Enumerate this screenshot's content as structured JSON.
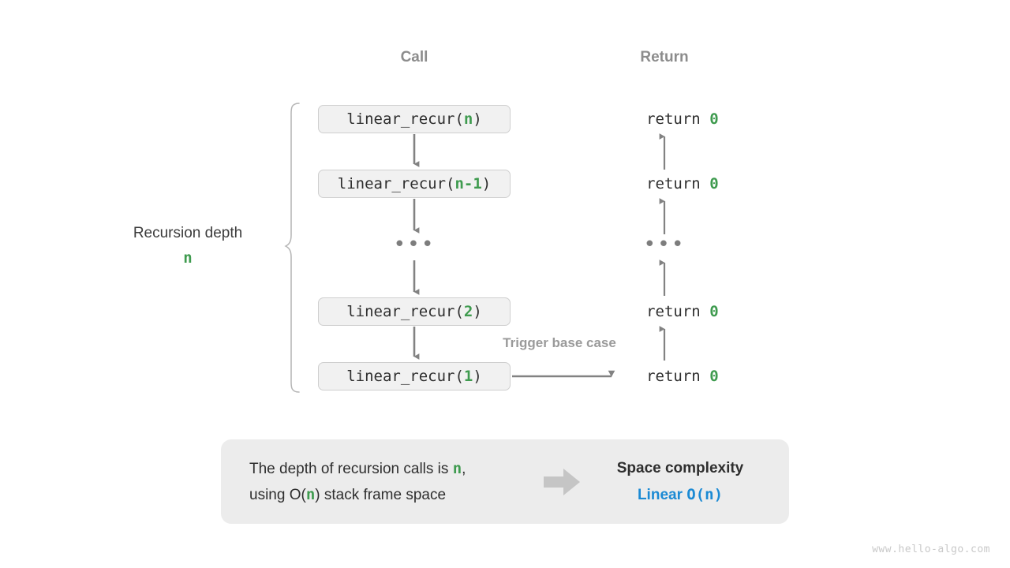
{
  "columns": {
    "call_header": "Call",
    "return_header": "Return"
  },
  "depth": {
    "title": "Recursion depth",
    "value": "n"
  },
  "calls": [
    {
      "prefix": "linear_recur(",
      "arg": "n",
      "suffix": ")"
    },
    {
      "prefix": "linear_recur(",
      "arg": "n-1",
      "suffix": ")"
    },
    {
      "prefix": "linear_recur(",
      "arg": "2",
      "suffix": ")"
    },
    {
      "prefix": "linear_recur(",
      "arg": "1",
      "suffix": ")"
    }
  ],
  "returns": [
    {
      "keyword": "return ",
      "value": "0"
    },
    {
      "keyword": "return ",
      "value": "0"
    },
    {
      "keyword": "return ",
      "value": "0"
    },
    {
      "keyword": "return ",
      "value": "0"
    }
  ],
  "ellipsis": "•••",
  "trigger_label": "Trigger base case",
  "summary": {
    "line1_a": "The depth of recursion calls is ",
    "line1_var": "n",
    "line1_b": ",",
    "line2_a": "using O(",
    "line2_var": "n",
    "line2_b": ") stack frame space",
    "arrow_icon": "right-block-arrow",
    "result_title": "Space complexity",
    "result_label": "Linear",
    "result_notation": "O(n)"
  },
  "watermark": "www.hello-algo.com",
  "colors": {
    "accent_green": "#3f9b4f",
    "accent_blue": "#1b8ad4",
    "box_fill": "#f1f1f1",
    "box_border": "#cfcfcf",
    "panel_fill": "#ececec",
    "arrow_gray": "#828282",
    "header_gray": "#8c8c8c"
  }
}
